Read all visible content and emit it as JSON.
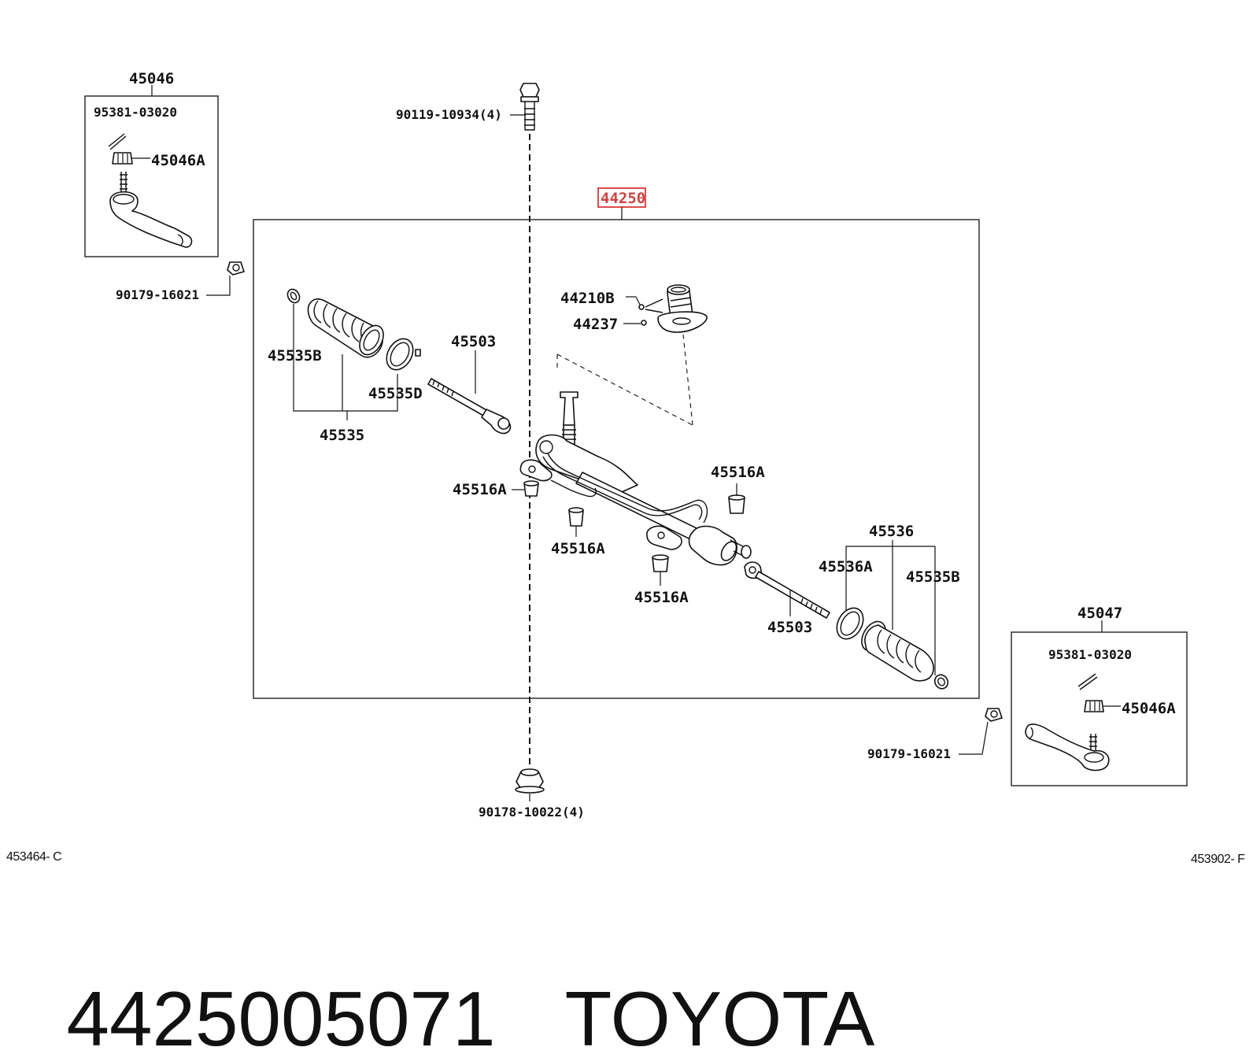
{
  "diagram": {
    "highlight_label": "44250",
    "box_labels": {
      "left_box": "45046",
      "right_box": "45047"
    },
    "part_labels": {
      "cotter_pin_left": "95381-03020",
      "nut_left": "45046A",
      "bolt_top": "90119-10934(4)",
      "nut_cap_left": "90179-16021",
      "bushing_mount_left": "44210B",
      "bushing_mount_seal": "44237",
      "boot_clamp_left": "45535B",
      "inner_rod_left": "45503",
      "boot_band_left": "45535D",
      "boot_kit_left": "45535",
      "grommet_left_a": "45516A",
      "grommet_right_a": "45516A",
      "grommet_center": "45516A",
      "grommet_lower": "45516A",
      "boot_kit_right": "45536",
      "boot_band_right": "45536A",
      "boot_clamp_right": "45535B",
      "inner_rod_right": "45503",
      "cotter_pin_right": "95381-03020",
      "nut_right": "45046A",
      "nut_cap_right": "90179-16021",
      "nut_bottom": "90178-10022(4)"
    },
    "ref_codes": {
      "left": "453464- C",
      "right": "453902- F"
    }
  },
  "caption": {
    "part_number": "4425005071",
    "brand": "TOYOTA"
  }
}
